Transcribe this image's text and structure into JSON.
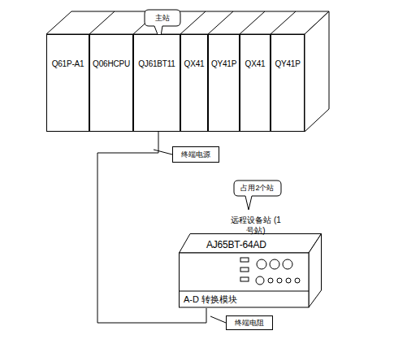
{
  "diagram": {
    "nodes": [
      {
        "text": [
          "主站"
        ]
      },
      {
        "text": [
          "Q61P-A1"
        ]
      },
      {
        "text": [
          "Q06HCPU"
        ]
      },
      {
        "text": [
          "QJ61BT11"
        ]
      },
      {
        "text": [
          "QX41"
        ]
      },
      {
        "text": [
          "QY41P"
        ]
      },
      {
        "text": [
          "QX41"
        ]
      },
      {
        "text": [
          "QY41P"
        ]
      },
      {
        "text": [
          "终端电源"
        ]
      },
      {
        "text": [
          "占用2个站"
        ]
      },
      {
        "text": [
          "AJ65BT-64AD",
          "A-D 转换模块"
        ]
      },
      {
        "text": [
          "终端电阻"
        ]
      }
    ],
    "edges": [
      {
        "from": 3,
        "to": 10,
        "arrow": "none"
      }
    ],
    "labels": [
      "远程设备站 (1号站)"
    ]
  }
}
